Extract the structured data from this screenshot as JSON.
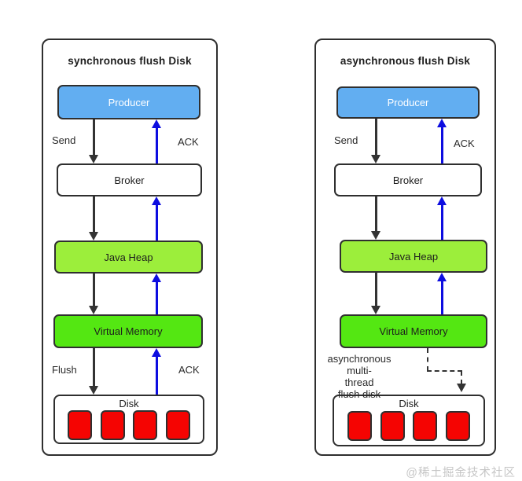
{
  "watermark": "@稀土掘金技术社区",
  "disk_block_count": 4,
  "colors": {
    "producer_fill": "#62aef1",
    "java_heap_fill": "#9cee3b",
    "virtual_memory_fill": "#54e712",
    "disk_block_fill": "#f50402",
    "ack_arrow": "#0d0de0",
    "flow_arrow": "#333333"
  },
  "panels": {
    "sync": {
      "title": "synchronous flush Disk",
      "producer": "Producer",
      "broker": "Broker",
      "java_heap": "Java Heap",
      "virtual_memory": "Virtual Memory",
      "disk": "Disk",
      "send_label": "Send",
      "ack_label": "ACK",
      "flush_label": "Flush",
      "ack_bottom_label": "ACK"
    },
    "async": {
      "title": "asynchronous flush Disk",
      "producer": "Producer",
      "broker": "Broker",
      "java_heap": "Java Heap",
      "virtual_memory": "Virtual Memory",
      "disk": "Disk",
      "send_label": "Send",
      "ack_label": "ACK",
      "async_note": {
        "line1": "asynchronous multi-",
        "line2": "thread",
        "line3": "flush disk"
      }
    }
  }
}
